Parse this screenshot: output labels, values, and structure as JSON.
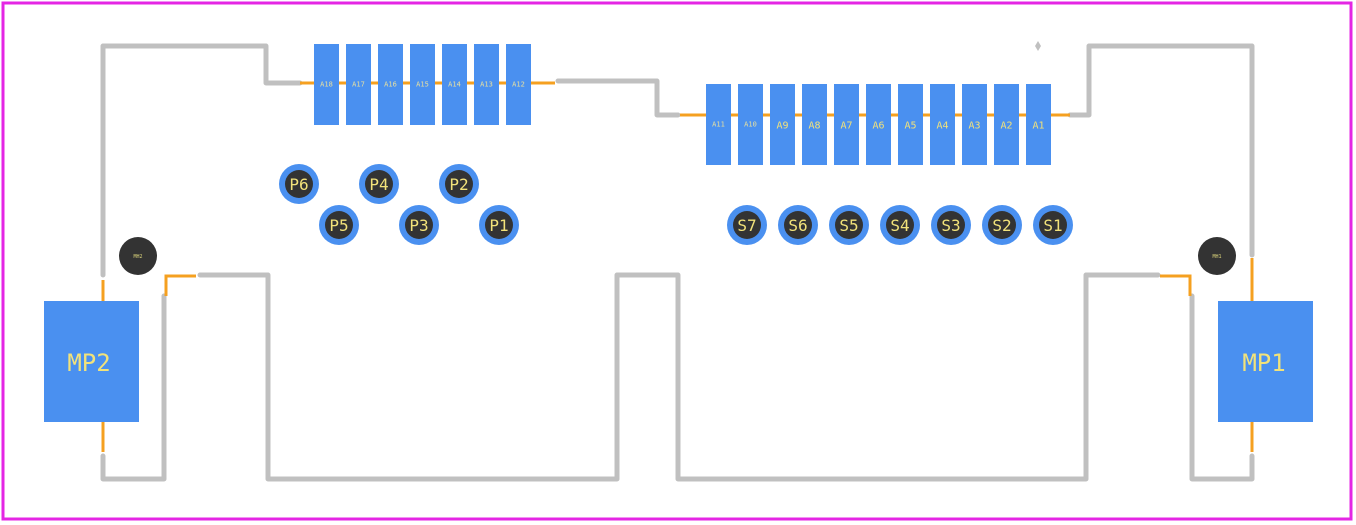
{
  "colors": {
    "background": "#ffffff",
    "outline": "#e426e4",
    "silk": "#c0c0c0",
    "pad": "#4a90f0",
    "pad_dark": "#333333",
    "trace": "#f5a020",
    "label": "#f2e27a"
  },
  "top_pads_left": [
    "A18",
    "A17",
    "A16",
    "A15",
    "A14",
    "A13",
    "A12"
  ],
  "top_pads_right": [
    "A11",
    "A10",
    "A9",
    "A8",
    "A7",
    "A6",
    "A5",
    "A4",
    "A3",
    "A2",
    "A1"
  ],
  "round_pads_p": [
    "P6",
    "P4",
    "P2",
    "P5",
    "P3",
    "P1"
  ],
  "round_pads_s": [
    "S7",
    "S6",
    "S5",
    "S4",
    "S3",
    "S2",
    "S1"
  ],
  "mounting_pads": [
    "MP2",
    "MP1"
  ],
  "mounting_holes": [
    "MH2",
    "MH1"
  ]
}
